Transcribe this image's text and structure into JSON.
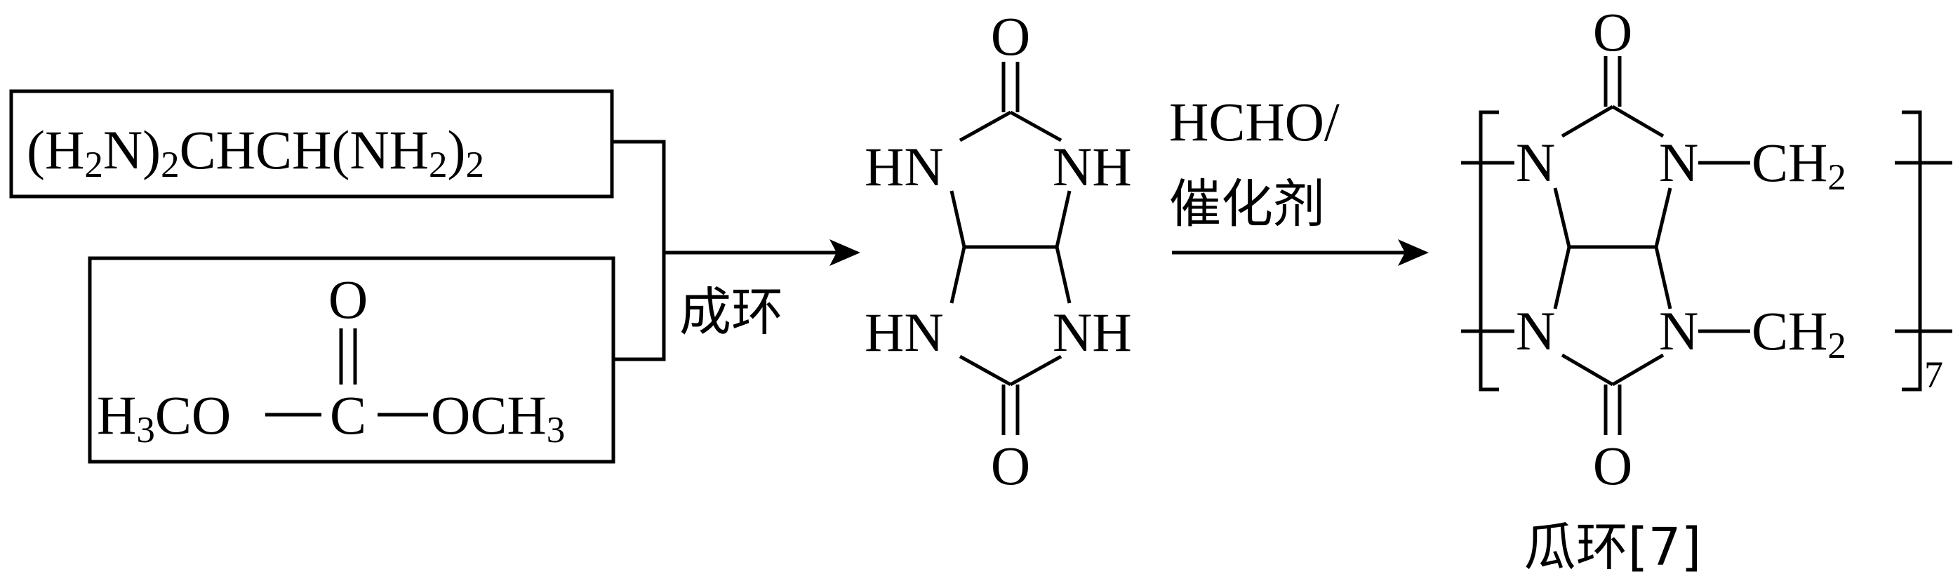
{
  "reactants": {
    "diamine": "(H2N)2CHCH(NH2)2",
    "carbonate": {
      "oxygen": "O",
      "left_group": "H3CO",
      "center_atom": "C",
      "right_group": "OCH3"
    }
  },
  "step1": {
    "label": "成环"
  },
  "intermediate": {
    "oxygen": "O",
    "hn": "HN",
    "nh": "NH"
  },
  "step2": {
    "reagent": "HCHO/",
    "catalyst": "催化剂"
  },
  "product": {
    "oxygen": "O",
    "nitrogen": "N",
    "ch2": "CH2",
    "repeat_count": "7",
    "name": "瓜环[7]"
  }
}
